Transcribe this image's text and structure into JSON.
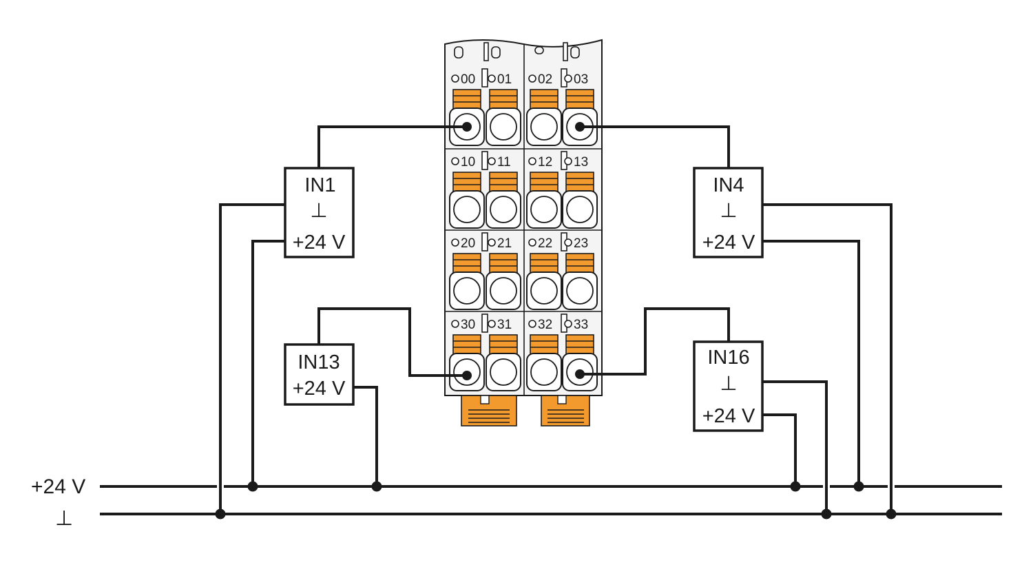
{
  "rails": {
    "plus24_label": "+24 V",
    "ground_symbol": "⊥"
  },
  "sensors": {
    "in1": {
      "name": "IN1",
      "ground_symbol": "⊥",
      "supply": "+24 V"
    },
    "in4": {
      "name": "IN4",
      "ground_symbol": "⊥",
      "supply": "+24 V"
    },
    "in13": {
      "name": "IN13",
      "supply": "+24 V"
    },
    "in16": {
      "name": "IN16",
      "ground_symbol": "⊥",
      "supply": "+24 V"
    }
  },
  "module": {
    "channel_rows": [
      [
        "00",
        "01",
        "02",
        "03"
      ],
      [
        "10",
        "11",
        "12",
        "13"
      ],
      [
        "20",
        "21",
        "22",
        "23"
      ],
      [
        "30",
        "31",
        "32",
        "33"
      ]
    ],
    "spring_color": "#f39a2e",
    "housing_color": "#f4f4f4"
  }
}
